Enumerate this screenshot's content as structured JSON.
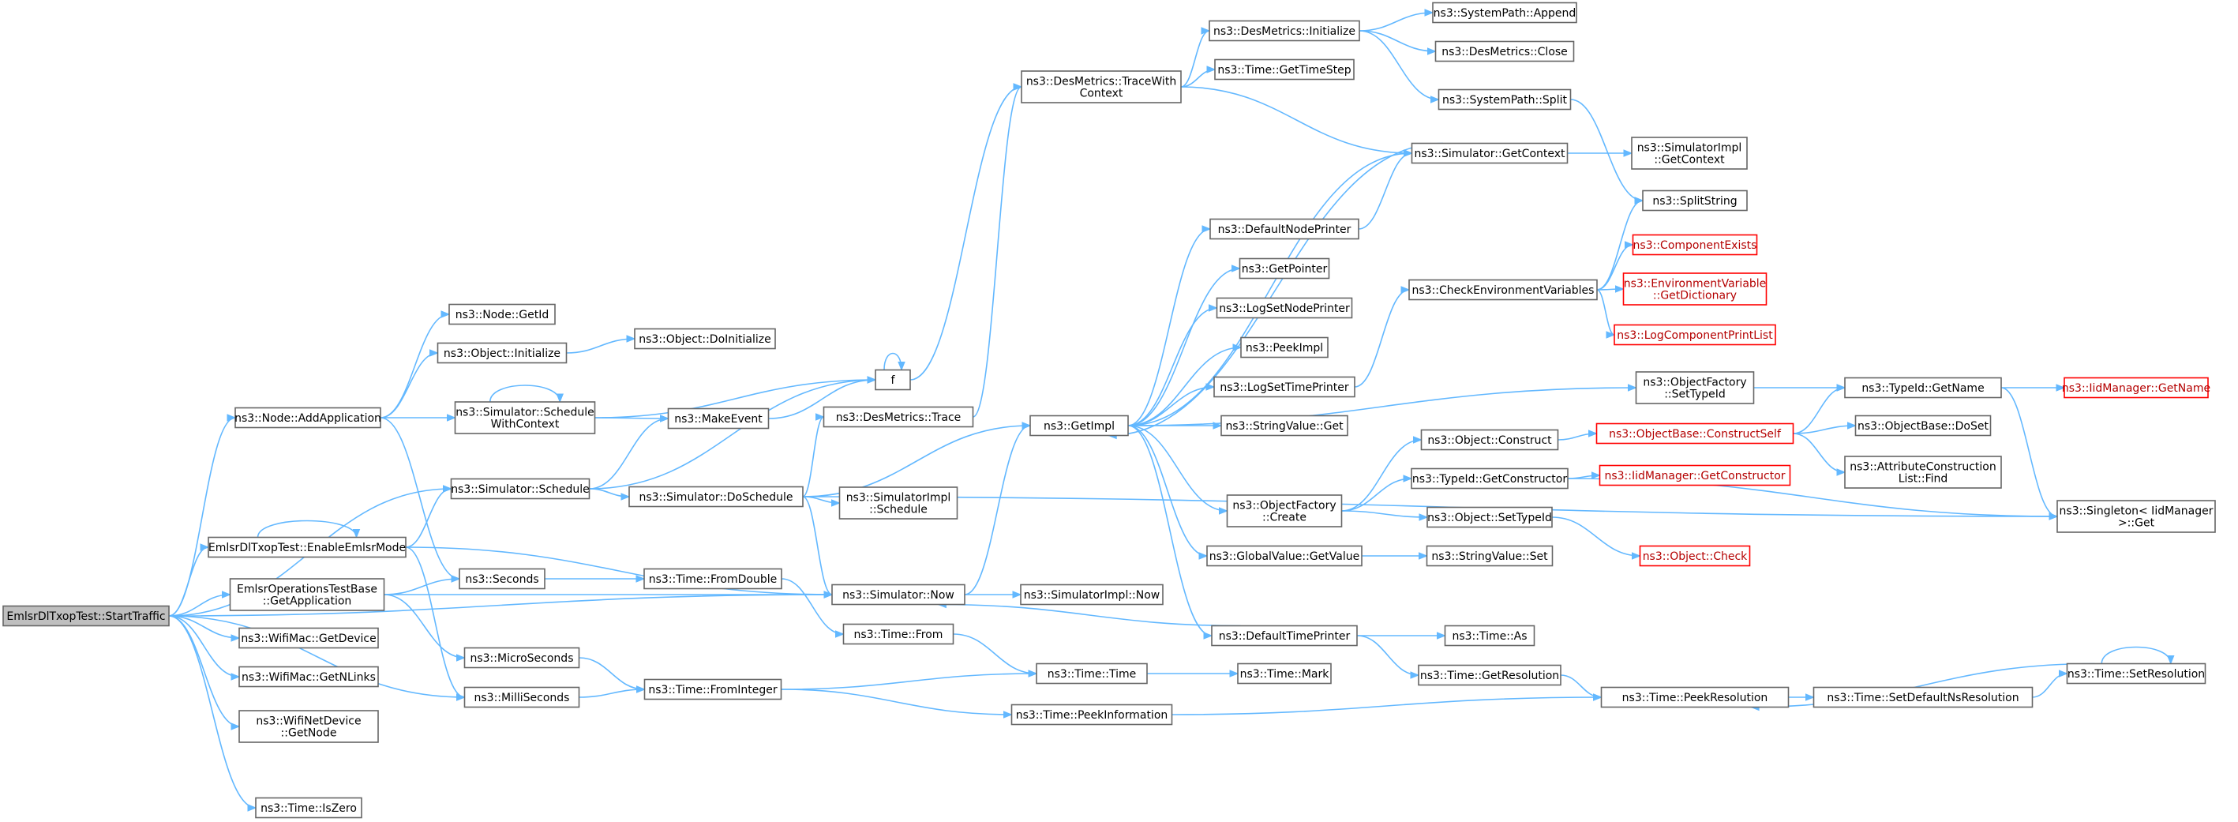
{
  "colors": {
    "edge": "#63b8ff",
    "node_border": "#666666",
    "root_fill": "#bfbfbf",
    "truncated_border": "#ff0000"
  },
  "nodes": [
    {
      "id": "root",
      "lines": [
        "EmlsrDlTxopTest::StartTraffic"
      ],
      "style": "root"
    },
    {
      "id": "addapp",
      "lines": [
        "ns3::Node::AddApplication"
      ]
    },
    {
      "id": "enable",
      "lines": [
        "EmlsrDlTxopTest::EnableEmlsrMode"
      ]
    },
    {
      "id": "getapp",
      "lines": [
        "EmlsrOperationsTestBase",
        "::GetApplication"
      ]
    },
    {
      "id": "wgetdev",
      "lines": [
        "ns3::WifiMac::GetDevice"
      ]
    },
    {
      "id": "wgetnl",
      "lines": [
        "ns3::WifiMac::GetNLinks"
      ]
    },
    {
      "id": "wnd",
      "lines": [
        "ns3::WifiNetDevice",
        "::GetNode"
      ]
    },
    {
      "id": "iszero",
      "lines": [
        "ns3::Time::IsZero"
      ]
    },
    {
      "id": "getid",
      "lines": [
        "ns3::Node::GetId"
      ]
    },
    {
      "id": "objinit",
      "lines": [
        "ns3::Object::Initialize"
      ]
    },
    {
      "id": "schedctx",
      "lines": [
        "ns3::Simulator::Schedule",
        "WithContext"
      ]
    },
    {
      "id": "sched",
      "lines": [
        "ns3::Simulator::Schedule"
      ]
    },
    {
      "id": "seconds",
      "lines": [
        "ns3::Seconds"
      ]
    },
    {
      "id": "micro",
      "lines": [
        "ns3::MicroSeconds"
      ]
    },
    {
      "id": "milli",
      "lines": [
        "ns3::MilliSeconds"
      ]
    },
    {
      "id": "doinit",
      "lines": [
        "ns3::Object::DoInitialize"
      ]
    },
    {
      "id": "makeevent",
      "lines": [
        "ns3::MakeEvent"
      ]
    },
    {
      "id": "doschedule",
      "lines": [
        "ns3::Simulator::DoSchedule"
      ]
    },
    {
      "id": "fromdouble",
      "lines": [
        "ns3::Time::FromDouble"
      ]
    },
    {
      "id": "fromint",
      "lines": [
        "ns3::Time::FromInteger"
      ]
    },
    {
      "id": "f",
      "lines": [
        "f"
      ]
    },
    {
      "id": "dtrace",
      "lines": [
        "ns3::DesMetrics::Trace"
      ]
    },
    {
      "id": "simimplsched",
      "lines": [
        "ns3::SimulatorImpl",
        "::Schedule"
      ]
    },
    {
      "id": "simnow",
      "lines": [
        "ns3::Simulator::Now"
      ]
    },
    {
      "id": "timefrom",
      "lines": [
        "ns3::Time::From"
      ]
    },
    {
      "id": "simimplnow",
      "lines": [
        "ns3::SimulatorImpl::Now"
      ]
    },
    {
      "id": "timetime",
      "lines": [
        "ns3::Time::Time"
      ]
    },
    {
      "id": "peekinfo",
      "lines": [
        "ns3::Time::PeekInformation"
      ]
    },
    {
      "id": "twc",
      "lines": [
        "ns3::DesMetrics::TraceWith",
        "Context"
      ]
    },
    {
      "id": "getimpl",
      "lines": [
        "ns3::GetImpl"
      ]
    },
    {
      "id": "dinit",
      "lines": [
        "ns3::DesMetrics::Initialize"
      ]
    },
    {
      "id": "gettimestep",
      "lines": [
        "ns3::Time::GetTimeStep"
      ]
    },
    {
      "id": "defnodeprint",
      "lines": [
        "ns3::DefaultNodePrinter"
      ]
    },
    {
      "id": "getpointer",
      "lines": [
        "ns3::GetPointer"
      ]
    },
    {
      "id": "logsetnode",
      "lines": [
        "ns3::LogSetNodePrinter"
      ]
    },
    {
      "id": "peekimpl",
      "lines": [
        "ns3::PeekImpl"
      ]
    },
    {
      "id": "logsettime",
      "lines": [
        "ns3::LogSetTimePrinter"
      ]
    },
    {
      "id": "strget",
      "lines": [
        "ns3::StringValue::Get"
      ]
    },
    {
      "id": "ofcreate",
      "lines": [
        "ns3::ObjectFactory",
        "::Create"
      ]
    },
    {
      "id": "gvget",
      "lines": [
        "ns3::GlobalValue::GetValue"
      ]
    },
    {
      "id": "deftimeprint",
      "lines": [
        "ns3::DefaultTimePrinter"
      ]
    },
    {
      "id": "timemark",
      "lines": [
        "ns3::Time::Mark"
      ]
    },
    {
      "id": "append",
      "lines": [
        "ns3::SystemPath::Append"
      ]
    },
    {
      "id": "dclose",
      "lines": [
        "ns3::DesMetrics::Close"
      ]
    },
    {
      "id": "split",
      "lines": [
        "ns3::SystemPath::Split"
      ]
    },
    {
      "id": "getctx",
      "lines": [
        "ns3::Simulator::GetContext"
      ]
    },
    {
      "id": "checkenv",
      "lines": [
        "ns3::CheckEnvironmentVariables"
      ]
    },
    {
      "id": "objconstruct",
      "lines": [
        "ns3::Object::Construct"
      ]
    },
    {
      "id": "tidgetctor",
      "lines": [
        "ns3::TypeId::GetConstructor"
      ]
    },
    {
      "id": "objsettid",
      "lines": [
        "ns3::Object::SetTypeId"
      ]
    },
    {
      "id": "strset",
      "lines": [
        "ns3::StringValue::Set"
      ]
    },
    {
      "id": "timeas",
      "lines": [
        "ns3::Time::As"
      ]
    },
    {
      "id": "getres",
      "lines": [
        "ns3::Time::GetResolution"
      ]
    },
    {
      "id": "simimplctx",
      "lines": [
        "ns3::SimulatorImpl",
        "::GetContext"
      ]
    },
    {
      "id": "splitstr",
      "lines": [
        "ns3::SplitString"
      ]
    },
    {
      "id": "compexists",
      "lines": [
        "ns3::ComponentExists"
      ],
      "style": "red"
    },
    {
      "id": "envdict",
      "lines": [
        "ns3::EnvironmentVariable",
        "::GetDictionary"
      ],
      "style": "red"
    },
    {
      "id": "logcompprint",
      "lines": [
        "ns3::LogComponentPrintList"
      ],
      "style": "red"
    },
    {
      "id": "ofsettid",
      "lines": [
        "ns3::ObjectFactory",
        "::SetTypeId"
      ]
    },
    {
      "id": "obconstructself",
      "lines": [
        "ns3::ObjectBase::ConstructSelf"
      ],
      "style": "red"
    },
    {
      "id": "iidgetctor",
      "lines": [
        "ns3::IidManager::GetConstructor"
      ],
      "style": "red"
    },
    {
      "id": "objcheck",
      "lines": [
        "ns3::Object::Check"
      ],
      "style": "red"
    },
    {
      "id": "peekres",
      "lines": [
        "ns3::Time::PeekResolution"
      ]
    },
    {
      "id": "tidgetname",
      "lines": [
        "ns3::TypeId::GetName"
      ]
    },
    {
      "id": "obdoset",
      "lines": [
        "ns3::ObjectBase::DoSet"
      ]
    },
    {
      "id": "attrfind",
      "lines": [
        "ns3::AttributeConstruction",
        "List::Find"
      ]
    },
    {
      "id": "setdefns",
      "lines": [
        "ns3::Time::SetDefaultNsResolution"
      ]
    },
    {
      "id": "singleton",
      "lines": [
        "ns3::Singleton< IidManager",
        ">::Get"
      ]
    },
    {
      "id": "setres",
      "lines": [
        "ns3::Time::SetResolution"
      ]
    },
    {
      "id": "iidgetname",
      "lines": [
        "ns3::IidManager::GetName"
      ],
      "style": "red"
    }
  ],
  "edges": [
    [
      "root",
      "addapp"
    ],
    [
      "root",
      "enable"
    ],
    [
      "root",
      "getapp"
    ],
    [
      "root",
      "wgetdev"
    ],
    [
      "root",
      "wgetnl"
    ],
    [
      "root",
      "wnd"
    ],
    [
      "root",
      "iszero"
    ],
    [
      "root",
      "sched"
    ],
    [
      "root",
      "simnow"
    ],
    [
      "root",
      "milli"
    ],
    [
      "addapp",
      "getid"
    ],
    [
      "addapp",
      "objinit"
    ],
    [
      "addapp",
      "schedctx"
    ],
    [
      "addapp",
      "seconds"
    ],
    [
      "enable",
      "enable"
    ],
    [
      "enable",
      "sched"
    ],
    [
      "enable",
      "simnow"
    ],
    [
      "enable",
      "milli"
    ],
    [
      "getapp",
      "seconds"
    ],
    [
      "getapp",
      "simnow"
    ],
    [
      "getapp",
      "micro"
    ],
    [
      "objinit",
      "doinit"
    ],
    [
      "schedctx",
      "schedctx"
    ],
    [
      "schedctx",
      "f"
    ],
    [
      "schedctx",
      "makeevent"
    ],
    [
      "sched",
      "makeevent"
    ],
    [
      "sched",
      "f"
    ],
    [
      "sched",
      "doschedule"
    ],
    [
      "seconds",
      "fromdouble"
    ],
    [
      "micro",
      "fromint"
    ],
    [
      "milli",
      "fromint"
    ],
    [
      "makeevent",
      "f"
    ],
    [
      "f",
      "f"
    ],
    [
      "f",
      "twc"
    ],
    [
      "doschedule",
      "dtrace"
    ],
    [
      "doschedule",
      "getimpl"
    ],
    [
      "doschedule",
      "simimplsched"
    ],
    [
      "doschedule",
      "simnow"
    ],
    [
      "doschedule",
      "singleton"
    ],
    [
      "fromdouble",
      "timefrom"
    ],
    [
      "fromint",
      "timetime"
    ],
    [
      "fromint",
      "peekinfo"
    ],
    [
      "dtrace",
      "twc"
    ],
    [
      "simnow",
      "getimpl"
    ],
    [
      "simnow",
      "simimplnow"
    ],
    [
      "timefrom",
      "timetime"
    ],
    [
      "timetime",
      "timemark"
    ],
    [
      "peekinfo",
      "peekres"
    ],
    [
      "twc",
      "dinit"
    ],
    [
      "twc",
      "gettimestep"
    ],
    [
      "twc",
      "getctx"
    ],
    [
      "dinit",
      "append"
    ],
    [
      "dinit",
      "dclose"
    ],
    [
      "dinit",
      "split"
    ],
    [
      "split",
      "splitstr"
    ],
    [
      "getimpl",
      "getctx"
    ],
    [
      "getimpl",
      "defnodeprint"
    ],
    [
      "getimpl",
      "getpointer"
    ],
    [
      "getimpl",
      "logsetnode"
    ],
    [
      "getimpl",
      "peekimpl"
    ],
    [
      "getimpl",
      "logsettime"
    ],
    [
      "getimpl",
      "strget"
    ],
    [
      "getimpl",
      "ofcreate"
    ],
    [
      "getimpl",
      "gvget"
    ],
    [
      "getimpl",
      "deftimeprint"
    ],
    [
      "getimpl",
      "ofsettid"
    ],
    [
      "getctx",
      "simimplctx"
    ],
    [
      "getctx",
      "getimpl"
    ],
    [
      "defnodeprint",
      "getctx"
    ],
    [
      "logsettime",
      "checkenv"
    ],
    [
      "checkenv",
      "splitstr"
    ],
    [
      "checkenv",
      "compexists"
    ],
    [
      "checkenv",
      "envdict"
    ],
    [
      "checkenv",
      "logcompprint"
    ],
    [
      "ofcreate",
      "objconstruct"
    ],
    [
      "ofcreate",
      "tidgetctor"
    ],
    [
      "ofcreate",
      "objsettid"
    ],
    [
      "gvget",
      "strset"
    ],
    [
      "deftimeprint",
      "simnow"
    ],
    [
      "deftimeprint",
      "timeas"
    ],
    [
      "deftimeprint",
      "getres"
    ],
    [
      "objconstruct",
      "obconstructself"
    ],
    [
      "tidgetctor",
      "iidgetctor"
    ],
    [
      "tidgetctor",
      "singleton"
    ],
    [
      "objsettid",
      "objcheck"
    ],
    [
      "getres",
      "peekres"
    ],
    [
      "ofsettid",
      "tidgetname"
    ],
    [
      "obconstructself",
      "tidgetname"
    ],
    [
      "obconstructself",
      "obdoset"
    ],
    [
      "obconstructself",
      "attrfind"
    ],
    [
      "tidgetname",
      "iidgetname"
    ],
    [
      "tidgetname",
      "singleton"
    ],
    [
      "peekres",
      "setdefns"
    ],
    [
      "setdefns",
      "setres"
    ],
    [
      "setres",
      "setres"
    ],
    [
      "setres",
      "peekres"
    ]
  ]
}
